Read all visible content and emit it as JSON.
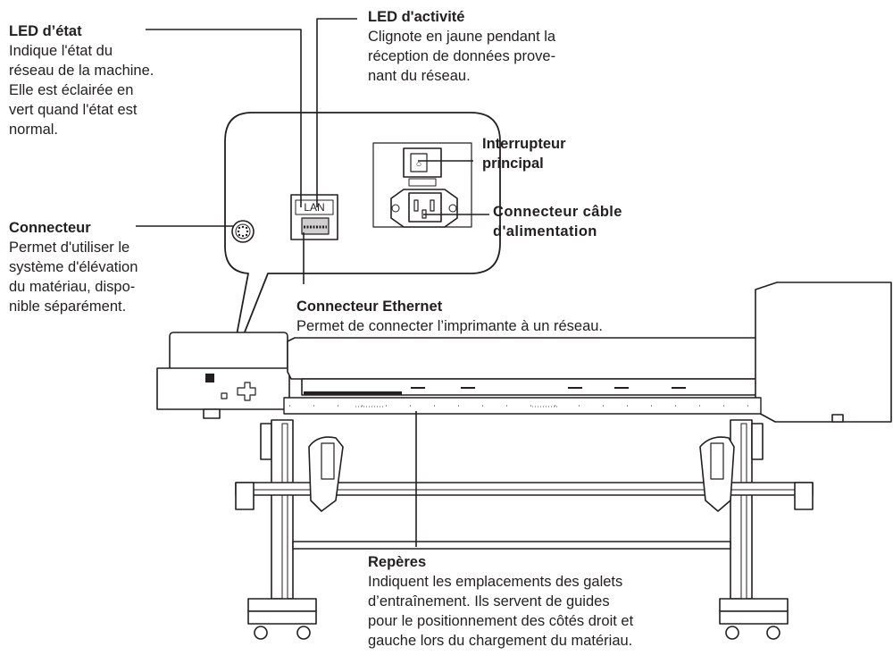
{
  "callouts": {
    "led_etat": {
      "title": "LED d’état",
      "body": "Indique l'état du\nréseau de la machine.\nElle est éclairée en\nvert quand l'état est\nnormal."
    },
    "led_activite": {
      "title": "LED d'activité",
      "body": "Clignote en jaune pendant la\nréception de données prove-\nnant du réseau."
    },
    "interrupteur": {
      "title": "Interrupteur\nprincipal"
    },
    "cable": {
      "title": "Connecteur câble\nd'alimentation"
    },
    "connecteur": {
      "title": "Connecteur",
      "body": "Permet d'utiliser le\nsystème d'élévation\ndu matériau, dispo-\nnible séparément."
    },
    "ethernet": {
      "title": "Connecteur Ethernet",
      "body": "Permet de connecter l’imprimante à un réseau."
    },
    "reperes": {
      "title": "Repères",
      "body": "Indiquent les emplacements des galets\nd’entraînement. Ils servent de guides\npour le positionnement des côtés droit et\ngauche lors du chargement du matériau."
    }
  },
  "drawing": {
    "lan_label": "LAN",
    "power_label": "○"
  }
}
